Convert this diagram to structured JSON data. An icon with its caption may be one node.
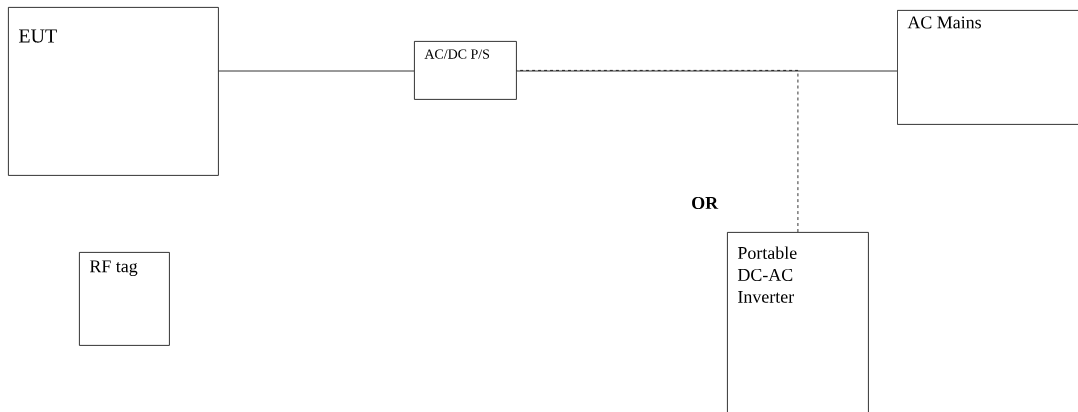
{
  "diagram": {
    "nodes": [
      {
        "text": [
          "EUT"
        ]
      },
      {
        "text": [
          "AC/DC P/S"
        ]
      },
      {
        "text": [
          "AC Mains"
        ]
      },
      {
        "text": [
          "RF tag"
        ]
      },
      {
        "text": [
          "Portable DC-AC Inverter"
        ]
      }
    ],
    "edges": [
      {
        "from": 0,
        "to": 1,
        "arrow": "none"
      },
      {
        "from": 1,
        "to": 2,
        "arrow": "none"
      },
      {
        "from": 4,
        "to": 1,
        "arrow": "none",
        "style": "dashed"
      }
    ],
    "labels": [
      "**OR**"
    ]
  }
}
